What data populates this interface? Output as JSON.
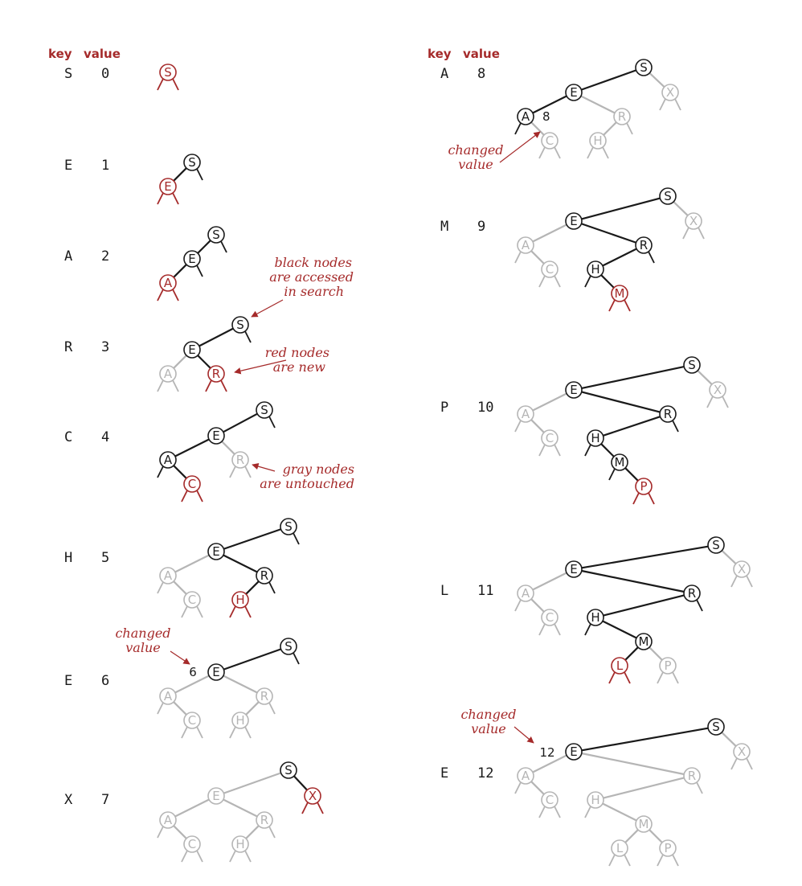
{
  "headers": [
    {
      "key": "key",
      "value": "value"
    },
    {
      "key": "key",
      "value": "value"
    }
  ],
  "colors": {
    "accessed": "#1a1a1a",
    "new": "#a52a2a",
    "untouched": "#b5b5b5"
  },
  "steps": [
    {
      "key": "S",
      "value": "0",
      "nodes": {
        "S": "new"
      },
      "edges": []
    },
    {
      "key": "E",
      "value": "1",
      "nodes": {
        "S": "accessed",
        "E": "new"
      },
      "edges": [
        [
          "S",
          "E",
          "accessed"
        ]
      ]
    },
    {
      "key": "A",
      "value": "2",
      "nodes": {
        "S": "accessed",
        "E": "accessed",
        "A": "new"
      },
      "edges": [
        [
          "S",
          "E",
          "accessed"
        ],
        [
          "E",
          "A",
          "accessed"
        ]
      ]
    },
    {
      "key": "R",
      "value": "3",
      "nodes": {
        "S": "accessed",
        "E": "accessed",
        "A": "untouched",
        "R": "new"
      },
      "edges": [
        [
          "S",
          "E",
          "accessed"
        ],
        [
          "E",
          "A",
          "untouched"
        ],
        [
          "E",
          "R",
          "accessed"
        ]
      ]
    },
    {
      "key": "C",
      "value": "4",
      "nodes": {
        "S": "accessed",
        "E": "accessed",
        "A": "accessed",
        "R": "untouched",
        "C": "new"
      },
      "edges": [
        [
          "S",
          "E",
          "accessed"
        ],
        [
          "E",
          "A",
          "accessed"
        ],
        [
          "E",
          "R",
          "untouched"
        ],
        [
          "A",
          "C",
          "accessed"
        ]
      ]
    },
    {
      "key": "H",
      "value": "5",
      "nodes": {
        "S": "accessed",
        "E": "accessed",
        "A": "untouched",
        "R": "accessed",
        "C": "untouched",
        "H": "new"
      },
      "edges": [
        [
          "S",
          "E",
          "accessed"
        ],
        [
          "E",
          "A",
          "untouched"
        ],
        [
          "E",
          "R",
          "accessed"
        ],
        [
          "A",
          "C",
          "untouched"
        ],
        [
          "R",
          "H",
          "accessed"
        ]
      ]
    },
    {
      "key": "E",
      "value": "6",
      "changed": "6",
      "nodes": {
        "S": "accessed",
        "E": "accessed",
        "A": "untouched",
        "R": "untouched",
        "C": "untouched",
        "H": "untouched"
      },
      "edges": [
        [
          "S",
          "E",
          "accessed"
        ],
        [
          "E",
          "A",
          "untouched"
        ],
        [
          "E",
          "R",
          "untouched"
        ],
        [
          "A",
          "C",
          "untouched"
        ],
        [
          "R",
          "H",
          "untouched"
        ]
      ]
    },
    {
      "key": "X",
      "value": "7",
      "nodes": {
        "S": "accessed",
        "E": "untouched",
        "A": "untouched",
        "R": "untouched",
        "C": "untouched",
        "H": "untouched",
        "X": "new"
      },
      "edges": [
        [
          "S",
          "E",
          "untouched"
        ],
        [
          "E",
          "A",
          "untouched"
        ],
        [
          "E",
          "R",
          "untouched"
        ],
        [
          "A",
          "C",
          "untouched"
        ],
        [
          "R",
          "H",
          "untouched"
        ],
        [
          "S",
          "X",
          "accessed"
        ]
      ]
    },
    {
      "key": "A",
      "value": "8",
      "changed": "8",
      "nodes": {
        "S": "accessed",
        "E": "accessed",
        "A": "accessed",
        "R": "untouched",
        "C": "untouched",
        "H": "untouched",
        "X": "untouched"
      },
      "edges": [
        [
          "S",
          "E",
          "accessed"
        ],
        [
          "E",
          "A",
          "accessed"
        ],
        [
          "E",
          "R",
          "untouched"
        ],
        [
          "A",
          "C",
          "untouched"
        ],
        [
          "R",
          "H",
          "untouched"
        ],
        [
          "S",
          "X",
          "untouched"
        ]
      ]
    },
    {
      "key": "M",
      "value": "9",
      "nodes": {
        "S": "accessed",
        "E": "accessed",
        "A": "untouched",
        "R": "accessed",
        "C": "untouched",
        "H": "accessed",
        "X": "untouched",
        "M": "new"
      },
      "edges": [
        [
          "S",
          "E",
          "accessed"
        ],
        [
          "E",
          "A",
          "untouched"
        ],
        [
          "E",
          "R",
          "accessed"
        ],
        [
          "A",
          "C",
          "untouched"
        ],
        [
          "R",
          "H",
          "accessed"
        ],
        [
          "S",
          "X",
          "untouched"
        ],
        [
          "H",
          "M",
          "accessed"
        ]
      ]
    },
    {
      "key": "P",
      "value": "10",
      "nodes": {
        "S": "accessed",
        "E": "accessed",
        "A": "untouched",
        "R": "accessed",
        "C": "untouched",
        "H": "accessed",
        "X": "untouched",
        "M": "accessed",
        "P": "new"
      },
      "edges": [
        [
          "S",
          "E",
          "accessed"
        ],
        [
          "E",
          "A",
          "untouched"
        ],
        [
          "E",
          "R",
          "accessed"
        ],
        [
          "A",
          "C",
          "untouched"
        ],
        [
          "R",
          "H",
          "accessed"
        ],
        [
          "S",
          "X",
          "untouched"
        ],
        [
          "H",
          "M",
          "accessed"
        ],
        [
          "M",
          "P",
          "accessed"
        ]
      ]
    },
    {
      "key": "L",
      "value": "11",
      "nodes": {
        "S": "accessed",
        "E": "accessed",
        "A": "untouched",
        "R": "accessed",
        "C": "untouched",
        "H": "accessed",
        "X": "untouched",
        "M": "accessed",
        "P": "untouched",
        "L": "new"
      },
      "edges": [
        [
          "S",
          "E",
          "accessed"
        ],
        [
          "E",
          "A",
          "untouched"
        ],
        [
          "E",
          "R",
          "accessed"
        ],
        [
          "A",
          "C",
          "untouched"
        ],
        [
          "R",
          "H",
          "accessed"
        ],
        [
          "S",
          "X",
          "untouched"
        ],
        [
          "H",
          "M",
          "accessed"
        ],
        [
          "M",
          "P",
          "untouched"
        ],
        [
          "M",
          "L",
          "accessed"
        ]
      ]
    },
    {
      "key": "E",
      "value": "12",
      "changed": "12",
      "nodes": {
        "S": "accessed",
        "E": "accessed",
        "A": "untouched",
        "R": "untouched",
        "C": "untouched",
        "H": "untouched",
        "X": "untouched",
        "M": "untouched",
        "P": "untouched",
        "L": "untouched"
      },
      "edges": [
        [
          "S",
          "E",
          "accessed"
        ],
        [
          "E",
          "A",
          "untouched"
        ],
        [
          "E",
          "R",
          "untouched"
        ],
        [
          "A",
          "C",
          "untouched"
        ],
        [
          "R",
          "H",
          "untouched"
        ],
        [
          "S",
          "X",
          "untouched"
        ],
        [
          "H",
          "M",
          "untouched"
        ],
        [
          "M",
          "P",
          "untouched"
        ],
        [
          "M",
          "L",
          "untouched"
        ]
      ]
    }
  ],
  "annotations": {
    "black": [
      "black nodes",
      "are accessed",
      "in search"
    ],
    "red": [
      "red nodes",
      "are new"
    ],
    "gray": [
      "gray nodes",
      "are untouched"
    ],
    "changed": [
      "changed",
      "value"
    ]
  }
}
